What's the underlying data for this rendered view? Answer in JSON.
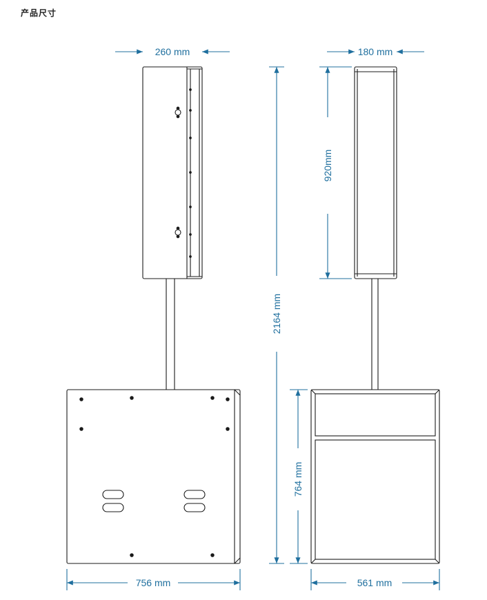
{
  "page_title": "产品尺寸",
  "colors": {
    "dimension": "#1f6f9e",
    "outline": "#1a1a1a"
  },
  "dimensions": {
    "top_width": "260 mm",
    "top_depth": "180 mm",
    "top_height": "920mm",
    "total_height": "2164 mm",
    "sub_height": "764 mm",
    "sub_width": "756 mm",
    "sub_depth": "561 mm"
  }
}
